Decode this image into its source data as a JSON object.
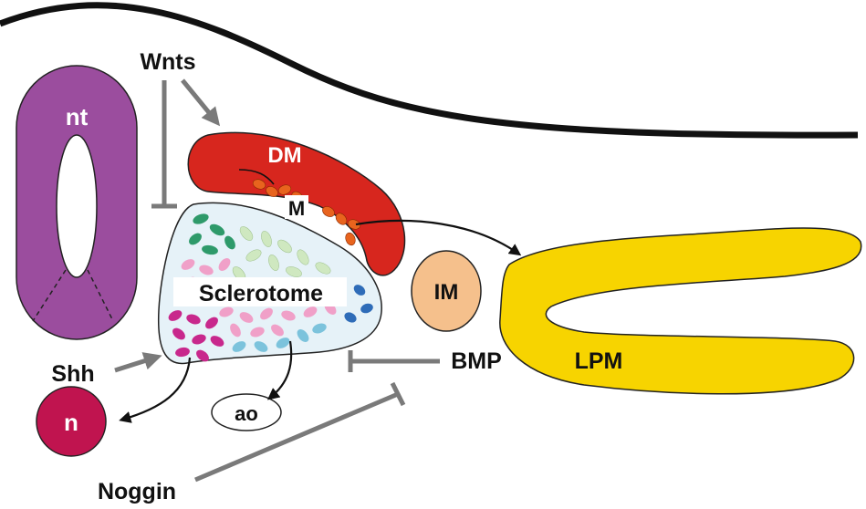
{
  "labels": {
    "nt": "nt",
    "wnts": "Wnts",
    "dm": "DM",
    "m": "M",
    "sclerotome": "Sclerotome",
    "im": "IM",
    "lpm": "LPM",
    "shh": "Shh",
    "bmp": "BMP",
    "n": "n",
    "ao": "ao",
    "noggin": "Noggin"
  },
  "colors": {
    "neural_tube": "#9b4d9e",
    "dermomyotome": "#d7261e",
    "myotome_cells": "#e8641e",
    "sclerotome_fill": "#e6f2f8",
    "intermediate_mesoderm": "#f5c08c",
    "lateral_plate_mesoderm": "#f7d400",
    "notochord": "#c0144f",
    "signal_arrow": "#7a7a7a",
    "ectoderm_line": "#111111"
  },
  "cell_colors": {
    "green": "#2e9a6a",
    "pale_green": "#cfe8c0",
    "pink": "#f0a0c8",
    "magenta": "#c8288c",
    "light_blue": "#7cc3dc",
    "blue": "#2e6cb8"
  }
}
